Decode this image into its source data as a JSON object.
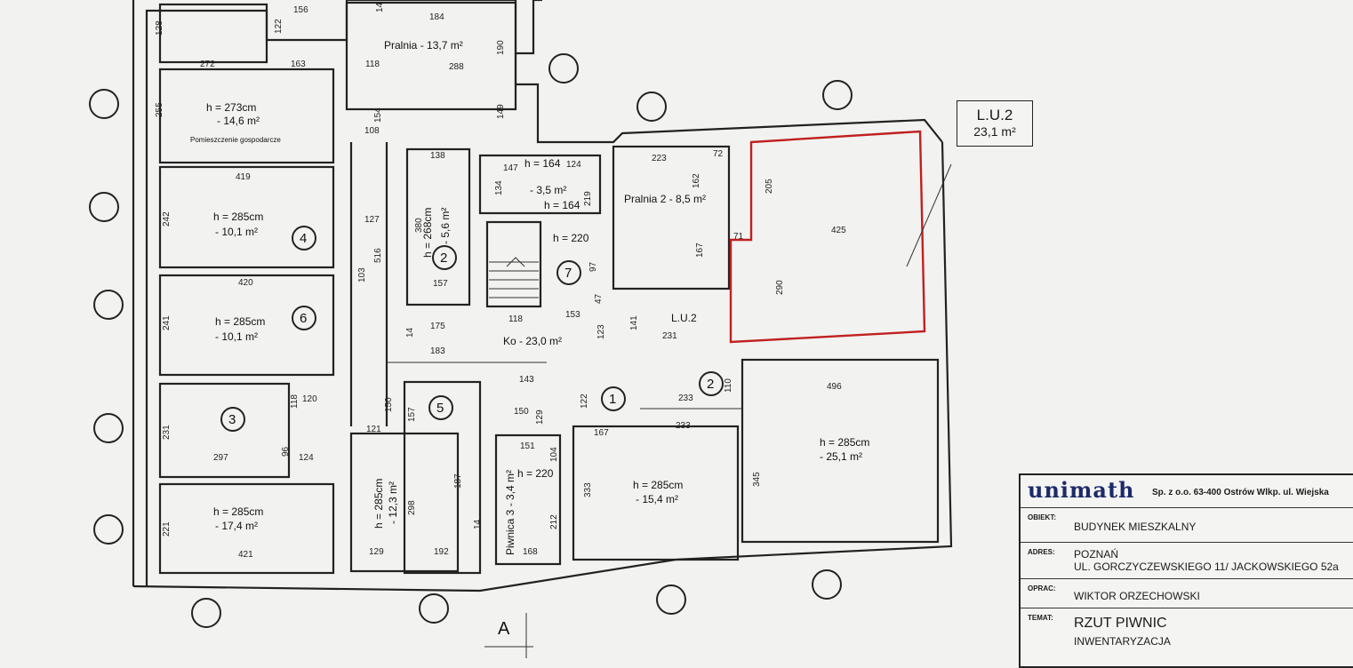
{
  "rooms": {
    "laundry": "Pralnia - 13,7  m²",
    "utility_height": "h = 273cm",
    "utility_area": "- 14,6  m²",
    "utility_name": "Pomieszczenie gospodarcze",
    "r4_height": "h = 285cm",
    "r4_area": "- 10,1  m²",
    "r6_height": "h = 285cm",
    "r6_area": "- 10,1  m²",
    "r3_num": "3",
    "sw_height": "h = 285cm",
    "sw_area": "- 17,4  m²",
    "r2_height": "h = 268cm",
    "r2_area": "- 5,6  m²",
    "stair_h1": "h = 164",
    "stair_area": "- 3,5  m²",
    "stair_h2": "h = 164",
    "h220a": "h = 220",
    "laundry2": "Pralnia 2 -  8,5  m²",
    "corridor": "Ko - 23,0  m²",
    "lu2_mark": "L.U.2",
    "r5_height": "h = 285cm",
    "r5_area": "- 12,3  m²",
    "basement3": "Piwnica 3 -  3,4  m²",
    "h220b": "h = 220",
    "r1_height": "h = 285cm",
    "r1_area": "- 15,4  m²",
    "se_height": "h = 285cm",
    "se_area": "- 25,1  m²"
  },
  "room_numbers": [
    "4",
    "6",
    "2",
    "7",
    "5",
    "1",
    "2"
  ],
  "dimensions": [
    "156",
    "184",
    "128",
    "122",
    "14",
    "190",
    "272",
    "163",
    "118",
    "288",
    "255",
    "149",
    "154",
    "108",
    "419",
    "242",
    "127",
    "138",
    "380",
    "147",
    "124",
    "134",
    "219",
    "223",
    "72",
    "162",
    "205",
    "425",
    "71",
    "290",
    "167",
    "97",
    "47",
    "516",
    "103",
    "157",
    "175",
    "118",
    "153",
    "123",
    "141",
    "231",
    "420",
    "241",
    "183",
    "14",
    "143",
    "110",
    "233",
    "496",
    "120",
    "118",
    "150",
    "129",
    "122",
    "150",
    "121",
    "157",
    "231",
    "297",
    "96",
    "124",
    "187",
    "151",
    "104",
    "167",
    "233",
    "345",
    "333",
    "221",
    "421",
    "129",
    "192",
    "168",
    "212",
    "298",
    "14"
  ],
  "lu_box": {
    "line1": "L.U.2",
    "line2": "23,1 m²"
  },
  "axis_label": "A",
  "title_block": {
    "brand": "unimath",
    "company": "Sp. z o.o. 63-400 Ostrów Wlkp. ul. Wiejska",
    "obiekt_key": "OBIEKT:",
    "obiekt_val": "BUDYNEK MIESZKALNY",
    "adres_key": "ADRES:",
    "adres_val1": "POZNAŃ",
    "adres_val2": "UL. GORCZYCZEWSKIEGO 11/ JACKOWSKIEGO 52a",
    "oprac_key": "OPRAC:",
    "oprac_val": "WIKTOR ORZECHOWSKI",
    "temat_key": "TEMAT:",
    "temat_val1": "RZUT PIWNIC",
    "temat_val2": "INWENTARYZACJA"
  },
  "colors": {
    "highlight": "#c02020",
    "brand": "#1c2a6a"
  }
}
